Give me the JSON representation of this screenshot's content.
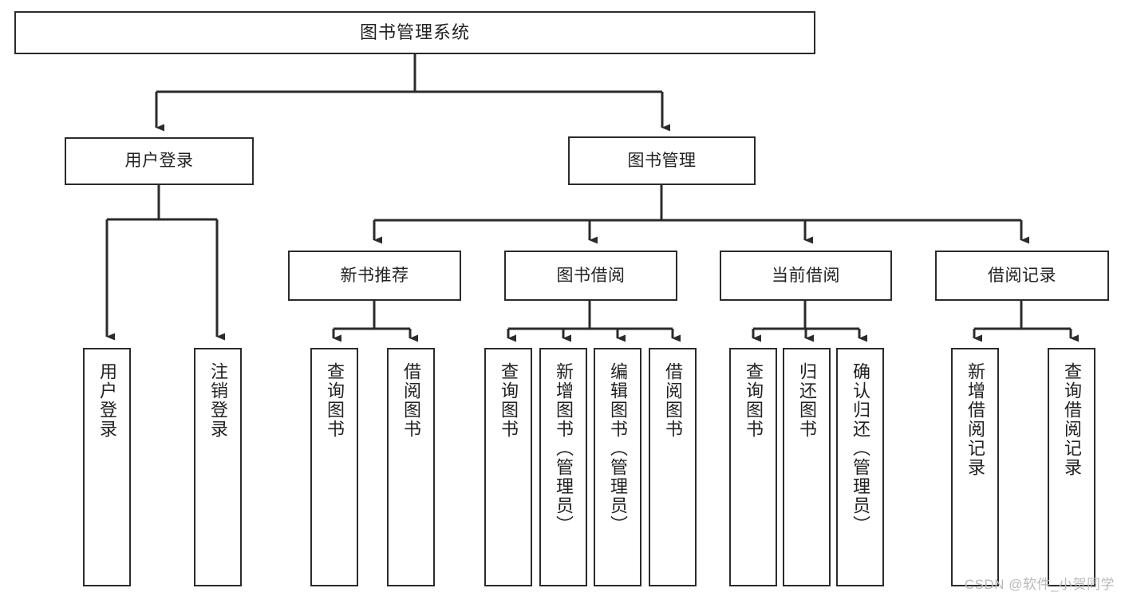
{
  "diagram": {
    "title_node": {
      "label": "图书管理系统"
    },
    "level2": [
      {
        "id": "user-login",
        "label": "用户登录"
      },
      {
        "id": "book-management",
        "label": "图书管理"
      }
    ],
    "level3": [
      {
        "id": "new-book-recommend",
        "label": "新书推荐"
      },
      {
        "id": "book-borrow",
        "label": "图书借阅"
      },
      {
        "id": "current-borrow",
        "label": "当前借阅"
      },
      {
        "id": "borrow-record",
        "label": "借阅记录"
      }
    ],
    "leaves": [
      {
        "id": "leaf-user-login",
        "label": "用户登录",
        "parent": "user-login"
      },
      {
        "id": "leaf-logout",
        "label": "注销登录",
        "parent": "user-login"
      },
      {
        "id": "leaf-query-book-1",
        "label": "查询图书",
        "parent": "new-book-recommend"
      },
      {
        "id": "leaf-borrow-book-1",
        "label": "借阅图书",
        "parent": "new-book-recommend"
      },
      {
        "id": "leaf-query-book-2",
        "label": "查询图书",
        "parent": "book-borrow"
      },
      {
        "id": "leaf-add-book",
        "label": "新增图书（管理员）",
        "parent": "book-borrow"
      },
      {
        "id": "leaf-edit-book",
        "label": "编辑图书（管理员）",
        "parent": "book-borrow"
      },
      {
        "id": "leaf-borrow-book-2",
        "label": "借阅图书",
        "parent": "book-borrow"
      },
      {
        "id": "leaf-query-book-3",
        "label": "查询图书",
        "parent": "current-borrow"
      },
      {
        "id": "leaf-return-book",
        "label": "归还图书",
        "parent": "current-borrow"
      },
      {
        "id": "leaf-confirm-return",
        "label": "确认归还（管理员）",
        "parent": "current-borrow"
      },
      {
        "id": "leaf-add-record",
        "label": "新增借阅记录",
        "parent": "borrow-record"
      },
      {
        "id": "leaf-query-record",
        "label": "查询借阅记录",
        "parent": "borrow-record"
      }
    ]
  },
  "watermark": {
    "text": "CSDN @软件_小贺同学"
  },
  "colors": {
    "stroke": "#2b2b2b",
    "fill": "#ffffff",
    "text": "#222222",
    "watermark": "#b9b9b9"
  }
}
